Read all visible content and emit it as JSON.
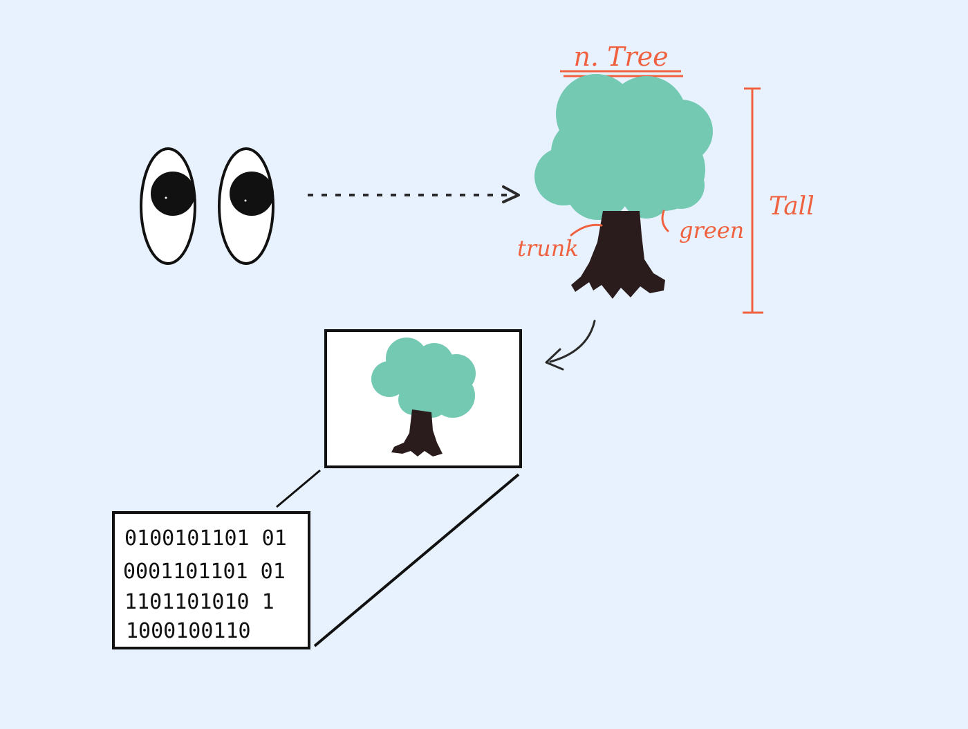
{
  "labels": {
    "title": "n. Tree",
    "height_label": "Tall",
    "color_label": "green",
    "trunk_label": "trunk"
  },
  "binary_rows": [
    "0100101101 01",
    "0001101101 01",
    "1101101010 1",
    "1000100110"
  ],
  "colors": {
    "background": "#e8f2fe",
    "foliage": "#74c9b3",
    "trunk": "#2a1b1c",
    "annotation": "#f0623f",
    "ink": "#111111",
    "screen": "#ffffff"
  }
}
